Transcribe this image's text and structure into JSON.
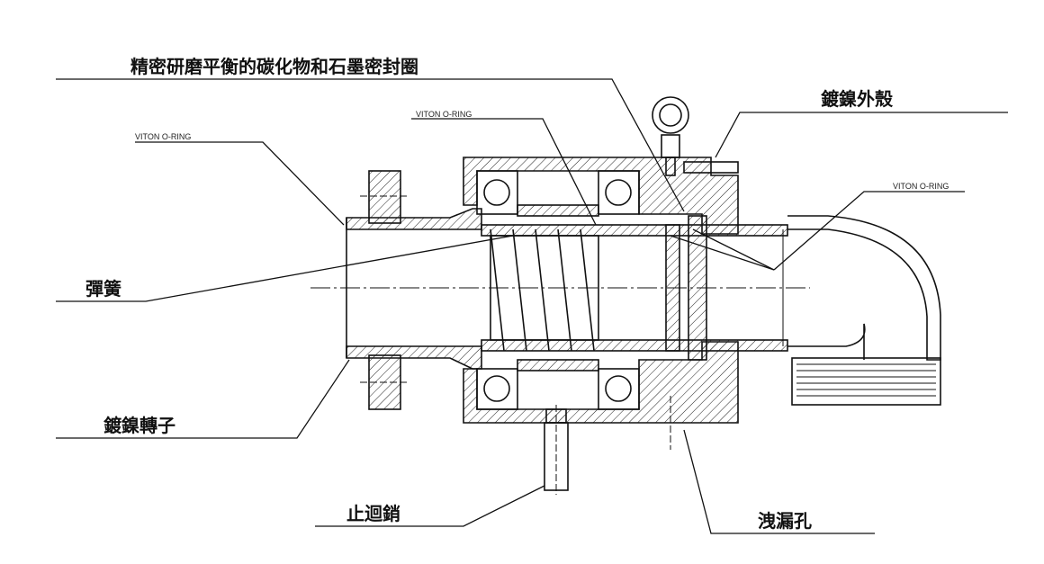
{
  "labels": {
    "seal": "精密研磨平衡的碳化物和石墨密封圈",
    "housing": "鍍鎳外殼",
    "viton_left": "VITON O-RING",
    "viton_mid": "VITON O-RING",
    "viton_right": "VITON O-RING",
    "spring": "彈簧",
    "rotor": "鍍鎳轉子",
    "stop_pin": "止迴銷",
    "leak_hole": "洩漏孔"
  }
}
